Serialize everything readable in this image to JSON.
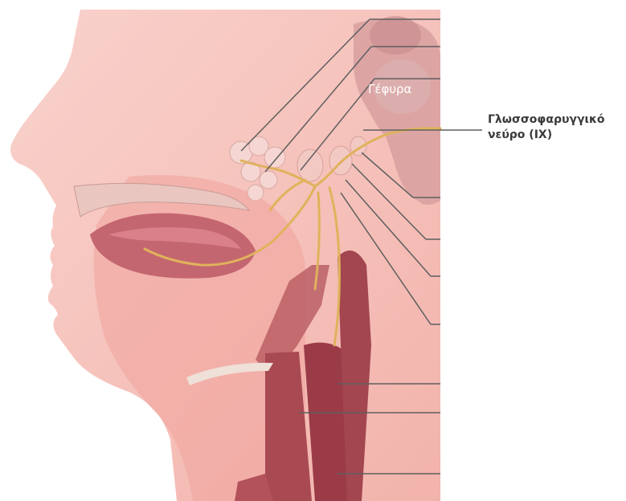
{
  "diagram": {
    "labels": {
      "pons": "Γέφυρα",
      "nerve_line1": "Γλωσσοφαρυγγικό",
      "nerve_line2": "νεύρο (IX)"
    },
    "colors": {
      "skin": "#f7c8c0",
      "tissue": "#f3a9a2",
      "muscle": "#b74d54",
      "nerve": "#e0b25c",
      "brainstem": "#d7a0a0",
      "leader": "#5f5f5f"
    }
  }
}
